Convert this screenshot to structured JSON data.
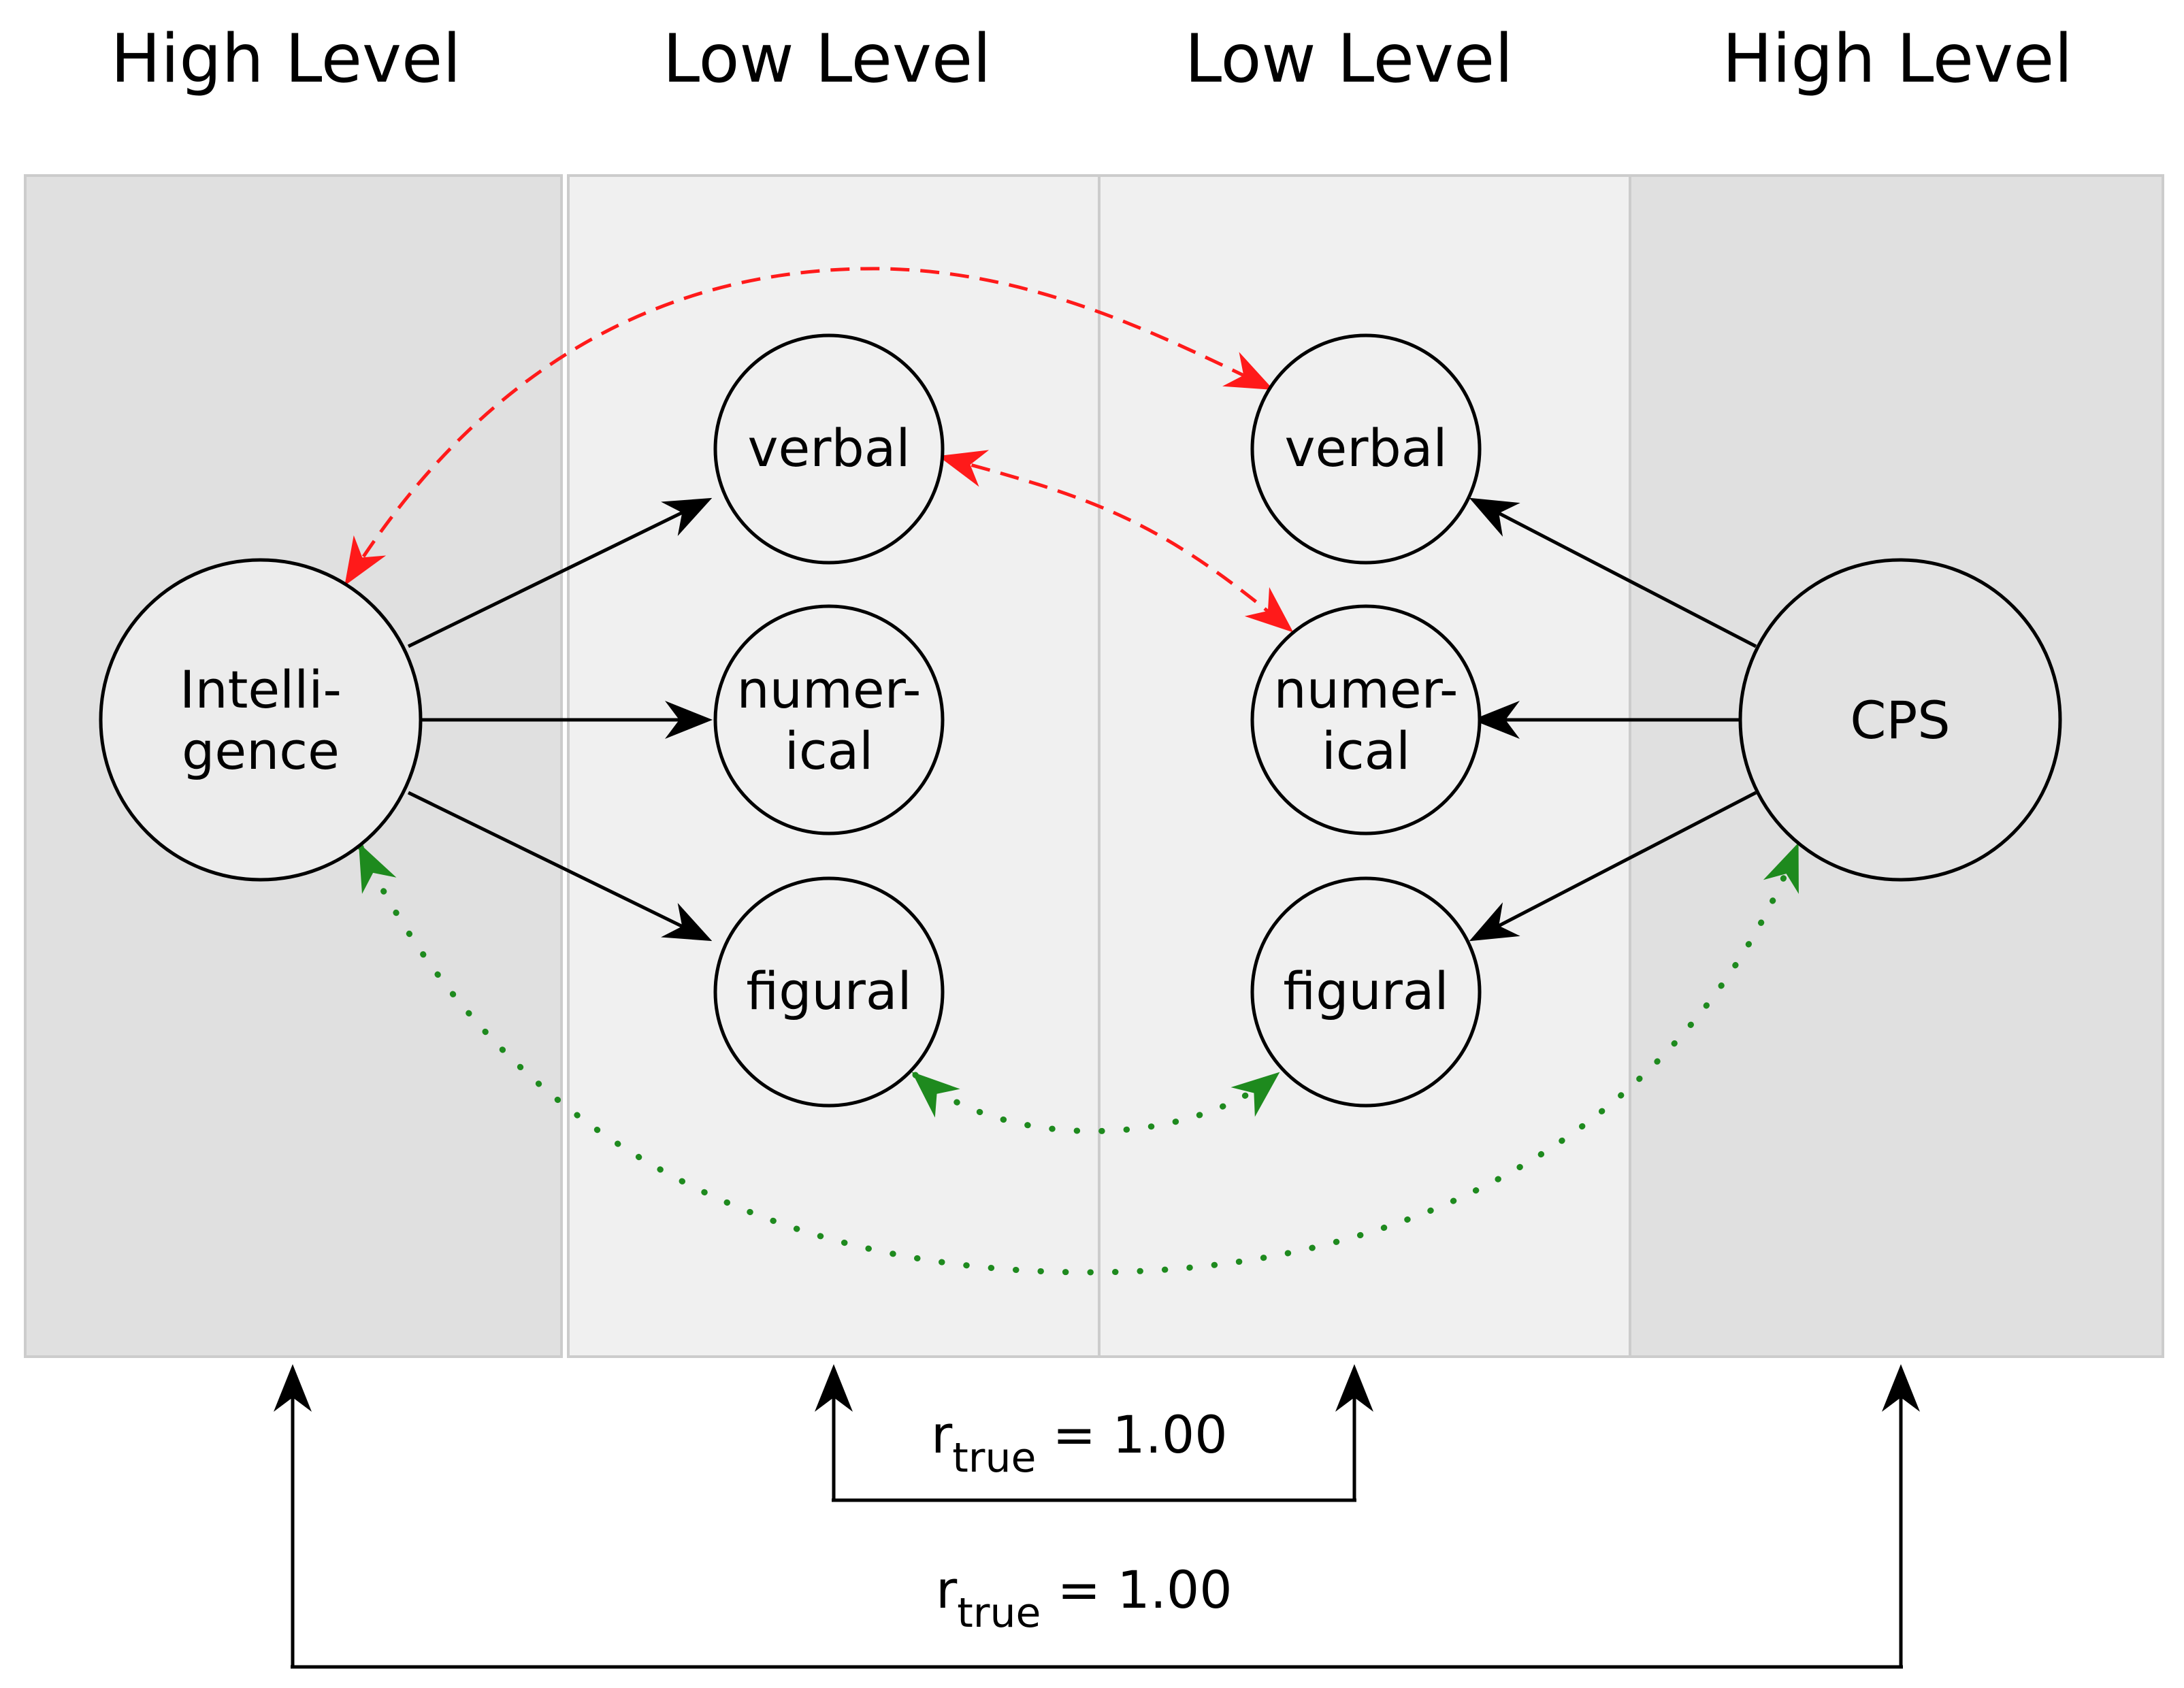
{
  "headers": {
    "left_high": "High Level",
    "left_low": "Low Level",
    "right_low": "Low Level",
    "right_high": "High Level"
  },
  "nodes": {
    "intelligence": {
      "line1": "Intelli-",
      "line2": "gence"
    },
    "left_verbal": "verbal",
    "left_numerical": {
      "line1": "numer-",
      "line2": "ical"
    },
    "left_figural": "figural",
    "right_verbal": "verbal",
    "right_numerical": {
      "line1": "numer-",
      "line2": "ical"
    },
    "right_figural": "figural",
    "cps": "CPS"
  },
  "correlations": {
    "low": {
      "r": "r",
      "sub": "true",
      "eq": " = ",
      "value": "1.00"
    },
    "high": {
      "r": "r",
      "sub": "true",
      "eq": " = ",
      "value": "1.00"
    }
  },
  "colors": {
    "high_panel": "#e0e0e0",
    "low_panel": "#f0f0f0",
    "node_fill": "#ececec",
    "red_dashed": "#ff1a1a",
    "green_dotted": "#1e8a1e",
    "black": "#000000"
  }
}
